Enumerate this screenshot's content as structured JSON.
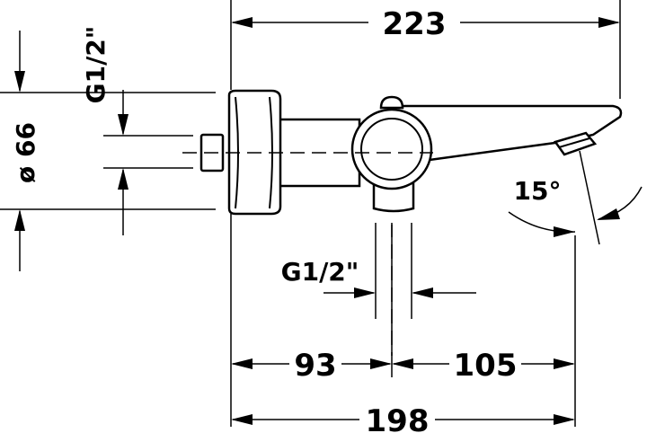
{
  "dimensions": {
    "total_length": "223",
    "projection": "198",
    "left_offset": "93",
    "right_offset": "105",
    "rosette_diameter": "ø 66",
    "wall_connection": "G1/2\"",
    "outlet_connection": "G1/2\"",
    "spout_angle": "15°"
  },
  "colors": {
    "line": "#000000",
    "background": "#ffffff"
  }
}
